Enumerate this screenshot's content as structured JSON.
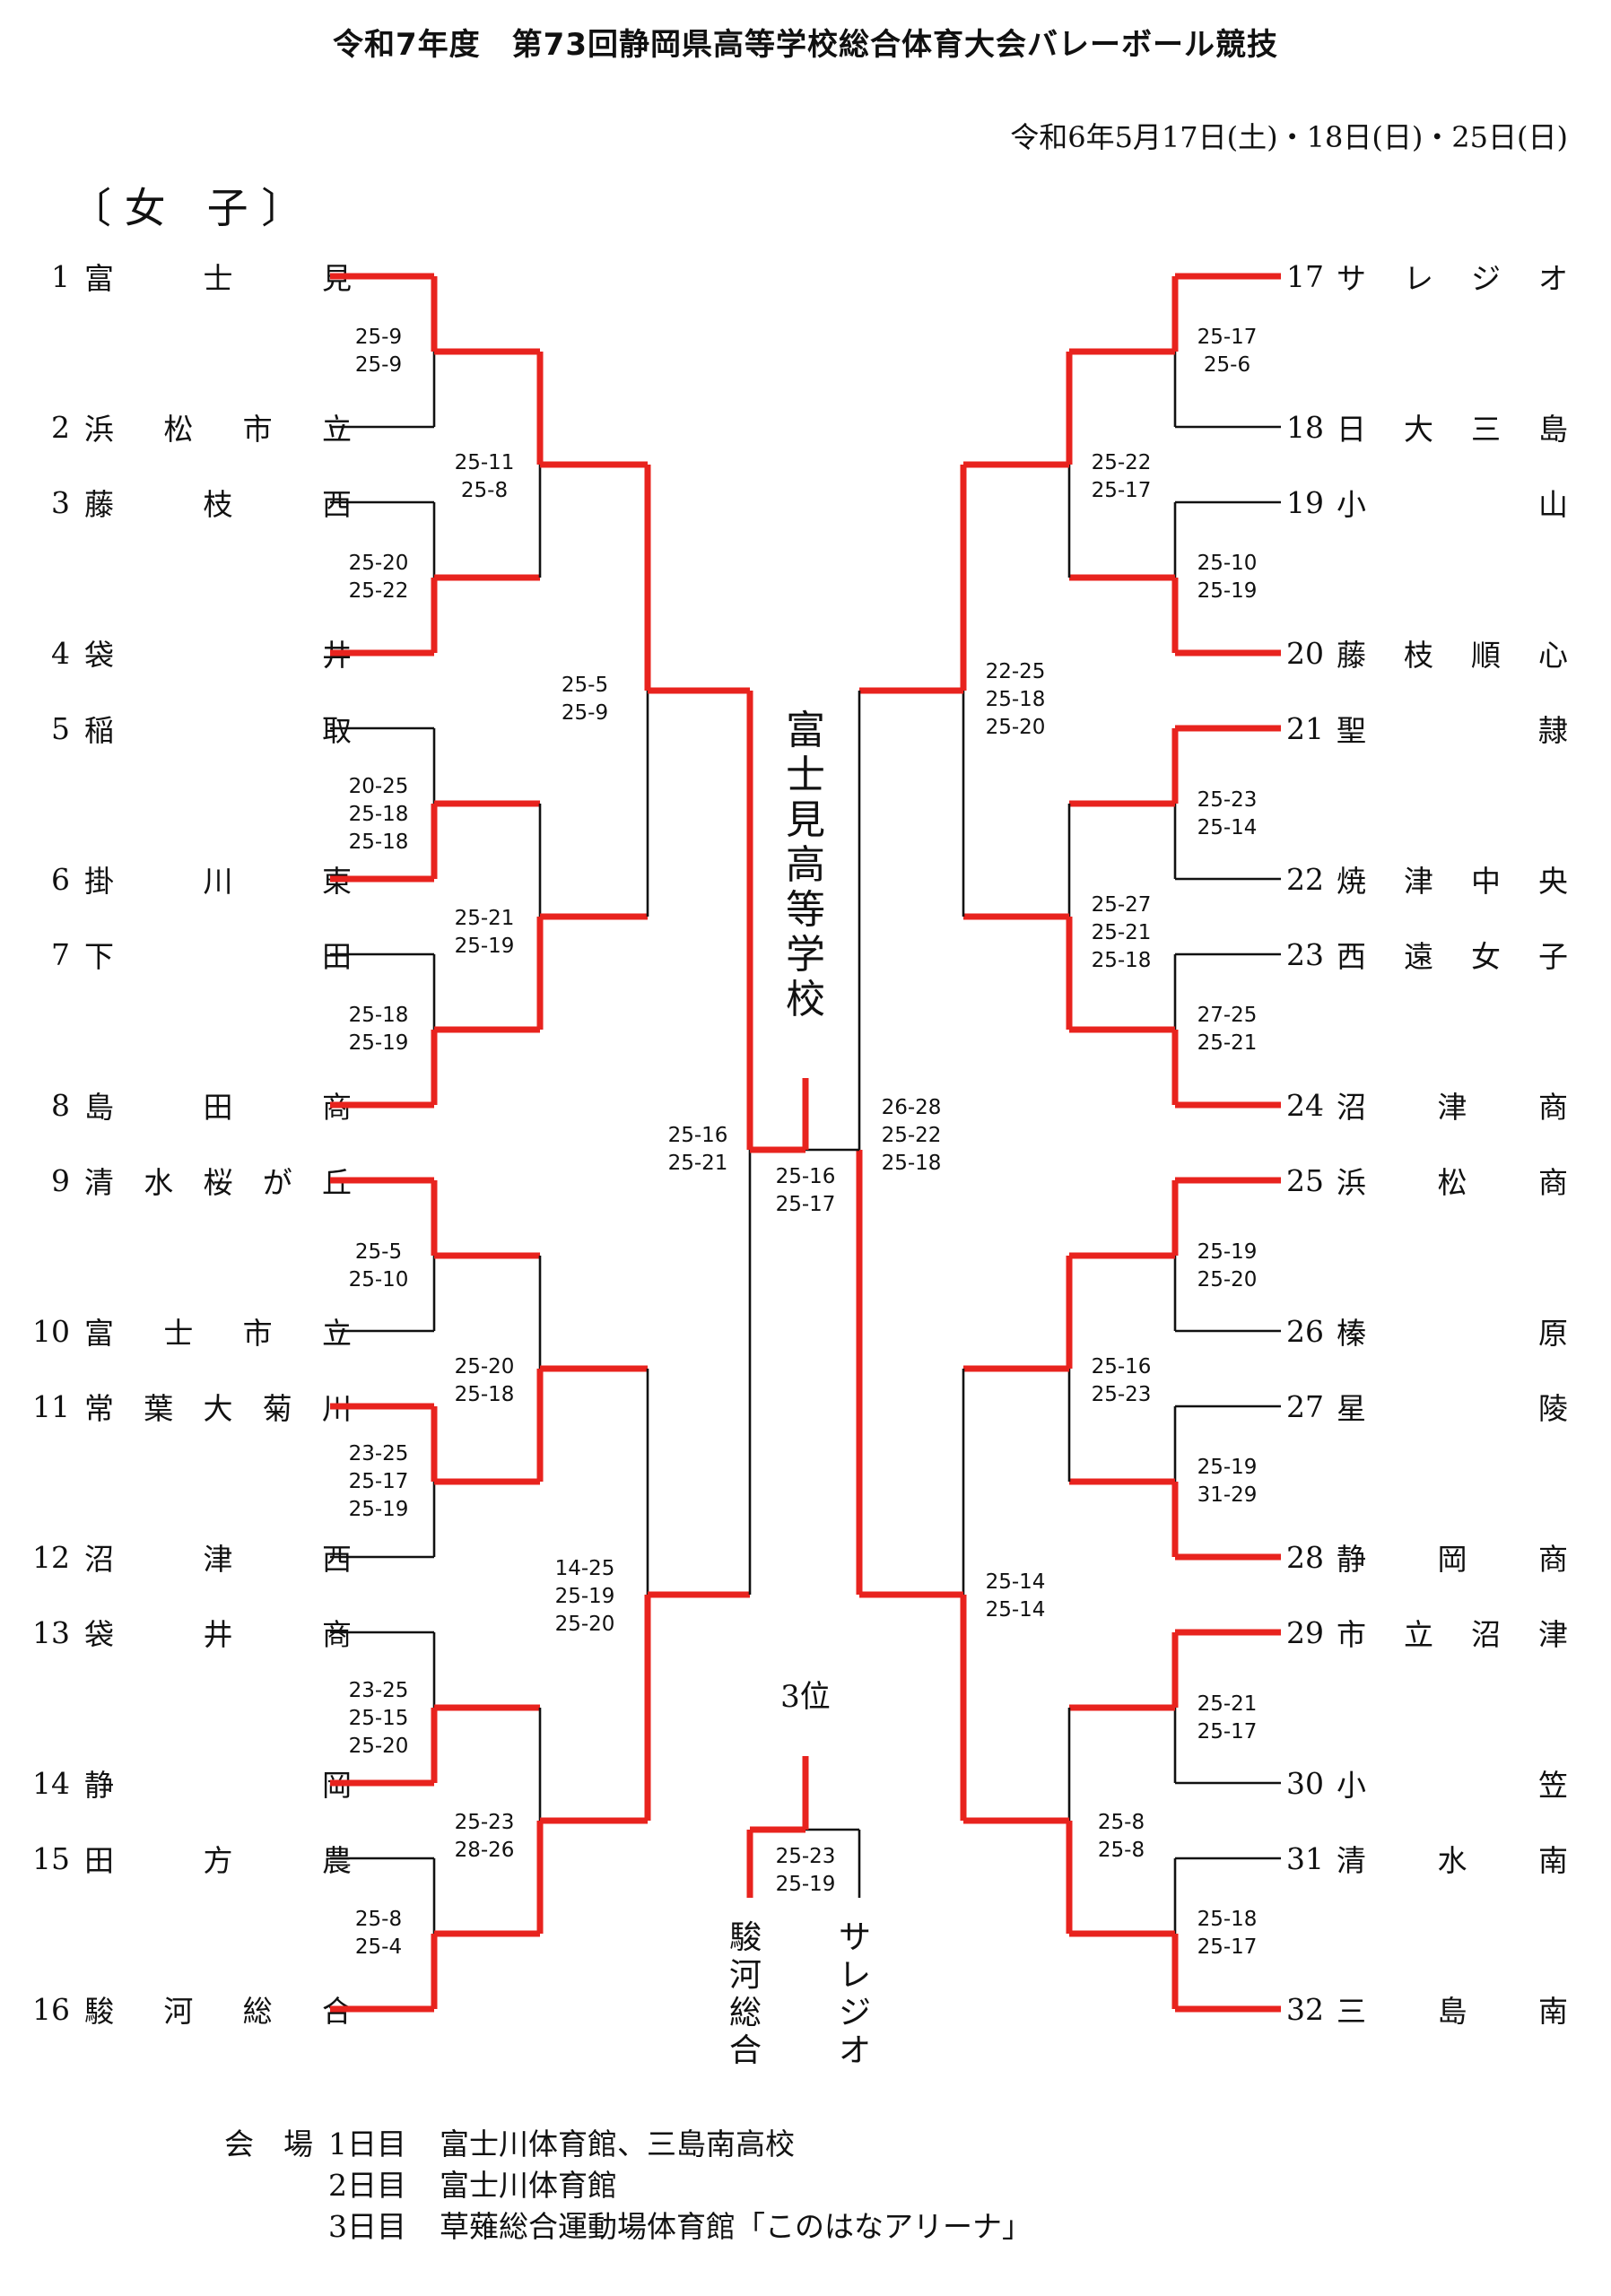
{
  "header": {
    "title": "令和7年度　第73回静岡県高等学校総合体育大会バレーボール競技",
    "date": "令和6年5月17日(土)・18日(日)・25日(日)",
    "section": "〔 女　子 〕"
  },
  "teams_left": [
    {
      "num": "1",
      "name": "富士見"
    },
    {
      "num": "2",
      "name": "浜松市立"
    },
    {
      "num": "3",
      "name": "藤枝西"
    },
    {
      "num": "4",
      "name": "袋井"
    },
    {
      "num": "5",
      "name": "稲取"
    },
    {
      "num": "6",
      "name": "掛川東"
    },
    {
      "num": "7",
      "name": "下田"
    },
    {
      "num": "8",
      "name": "島田商"
    },
    {
      "num": "9",
      "name": "清水桜が丘"
    },
    {
      "num": "10",
      "name": "富士市立"
    },
    {
      "num": "11",
      "name": "常葉大菊川"
    },
    {
      "num": "12",
      "name": "沼津西"
    },
    {
      "num": "13",
      "name": "袋井商"
    },
    {
      "num": "14",
      "name": "静岡"
    },
    {
      "num": "15",
      "name": "田方農"
    },
    {
      "num": "16",
      "name": "駿河総合"
    }
  ],
  "teams_right": [
    {
      "num": "17",
      "name": "サレジオ"
    },
    {
      "num": "18",
      "name": "日大三島"
    },
    {
      "num": "19",
      "name": "小山"
    },
    {
      "num": "20",
      "name": "藤枝順心"
    },
    {
      "num": "21",
      "name": "聖隷"
    },
    {
      "num": "22",
      "name": "焼津中央"
    },
    {
      "num": "23",
      "name": "西遠女子"
    },
    {
      "num": "24",
      "name": "沼津商"
    },
    {
      "num": "25",
      "name": "浜松商"
    },
    {
      "num": "26",
      "name": "榛原"
    },
    {
      "num": "27",
      "name": "星陵"
    },
    {
      "num": "28",
      "name": "静岡商"
    },
    {
      "num": "29",
      "name": "市立沼津"
    },
    {
      "num": "30",
      "name": "小笠"
    },
    {
      "num": "31",
      "name": "清水南"
    },
    {
      "num": "32",
      "name": "三島南"
    }
  ],
  "scores": {
    "l1": [
      "25-9\n25-9",
      "25-20\n25-22",
      "20-25\n25-18\n25-18",
      "25-18\n25-19",
      "25-5\n25-10",
      "23-25\n25-17\n25-19",
      "23-25\n25-15\n25-20",
      "25-8\n25-4"
    ],
    "l2": [
      "25-11\n25-8",
      "25-21\n25-19",
      "25-20\n25-18",
      "25-23\n28-26"
    ],
    "l3": [
      "25-5\n25-9",
      "14-25\n25-19\n25-20"
    ],
    "l4": "25-16\n25-21",
    "r1": [
      "25-17\n25-6",
      "25-10\n25-19",
      "25-23\n25-14",
      "27-25\n25-21",
      "25-19\n25-20",
      "25-19\n31-29",
      "25-21\n25-17",
      "25-18\n25-17"
    ],
    "r2": [
      "25-22\n25-17",
      "25-27\n25-21\n25-18",
      "25-16\n25-23",
      "25-8\n25-8"
    ],
    "r3": [
      "22-25\n25-18\n25-20",
      "25-14\n25-14"
    ],
    "r4": "26-28\n25-22\n25-18",
    "final": "25-16\n25-17",
    "third": "25-23\n25-19"
  },
  "champion": "富士見高等学校",
  "third_place": {
    "label": "3位",
    "team_a": "駿河総合",
    "team_b": "サレジオ"
  },
  "venue": {
    "label": "会　場",
    "days": [
      {
        "day": "1日目",
        "place": "富士川体育館、三島南高校"
      },
      {
        "day": "2日目",
        "place": "富士川体育館"
      },
      {
        "day": "3日目",
        "place": "草薙総合運動場体育館「このはなアリーナ」"
      }
    ]
  },
  "colors": {
    "winner": "#e8231e",
    "line": "#111111"
  }
}
